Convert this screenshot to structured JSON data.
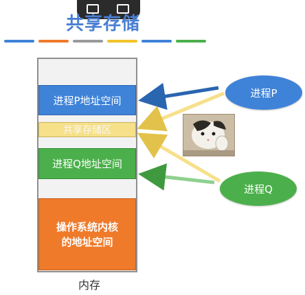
{
  "title": "共享存储",
  "memory": {
    "process_p_space": "进程P地址空间",
    "shared_region": "共享存储区",
    "process_q_space": "进程Q地址空间",
    "os_kernel_line1": "操作系统内核",
    "os_kernel_line2": "的地址空间",
    "label": "内存"
  },
  "processes": {
    "p": "进程P",
    "q": "进程Q"
  },
  "colors": {
    "title": "#4a7fd3",
    "process_p": "#3f83d8",
    "shared": "#f6e08a",
    "process_q": "#4bb04b",
    "os": "#ef7a2a"
  },
  "underline_colors": [
    "#3f83d8",
    "#ef7a2a",
    "#9a9a9a",
    "#f2c32a",
    "#3f83d8",
    "#4bb04b"
  ]
}
